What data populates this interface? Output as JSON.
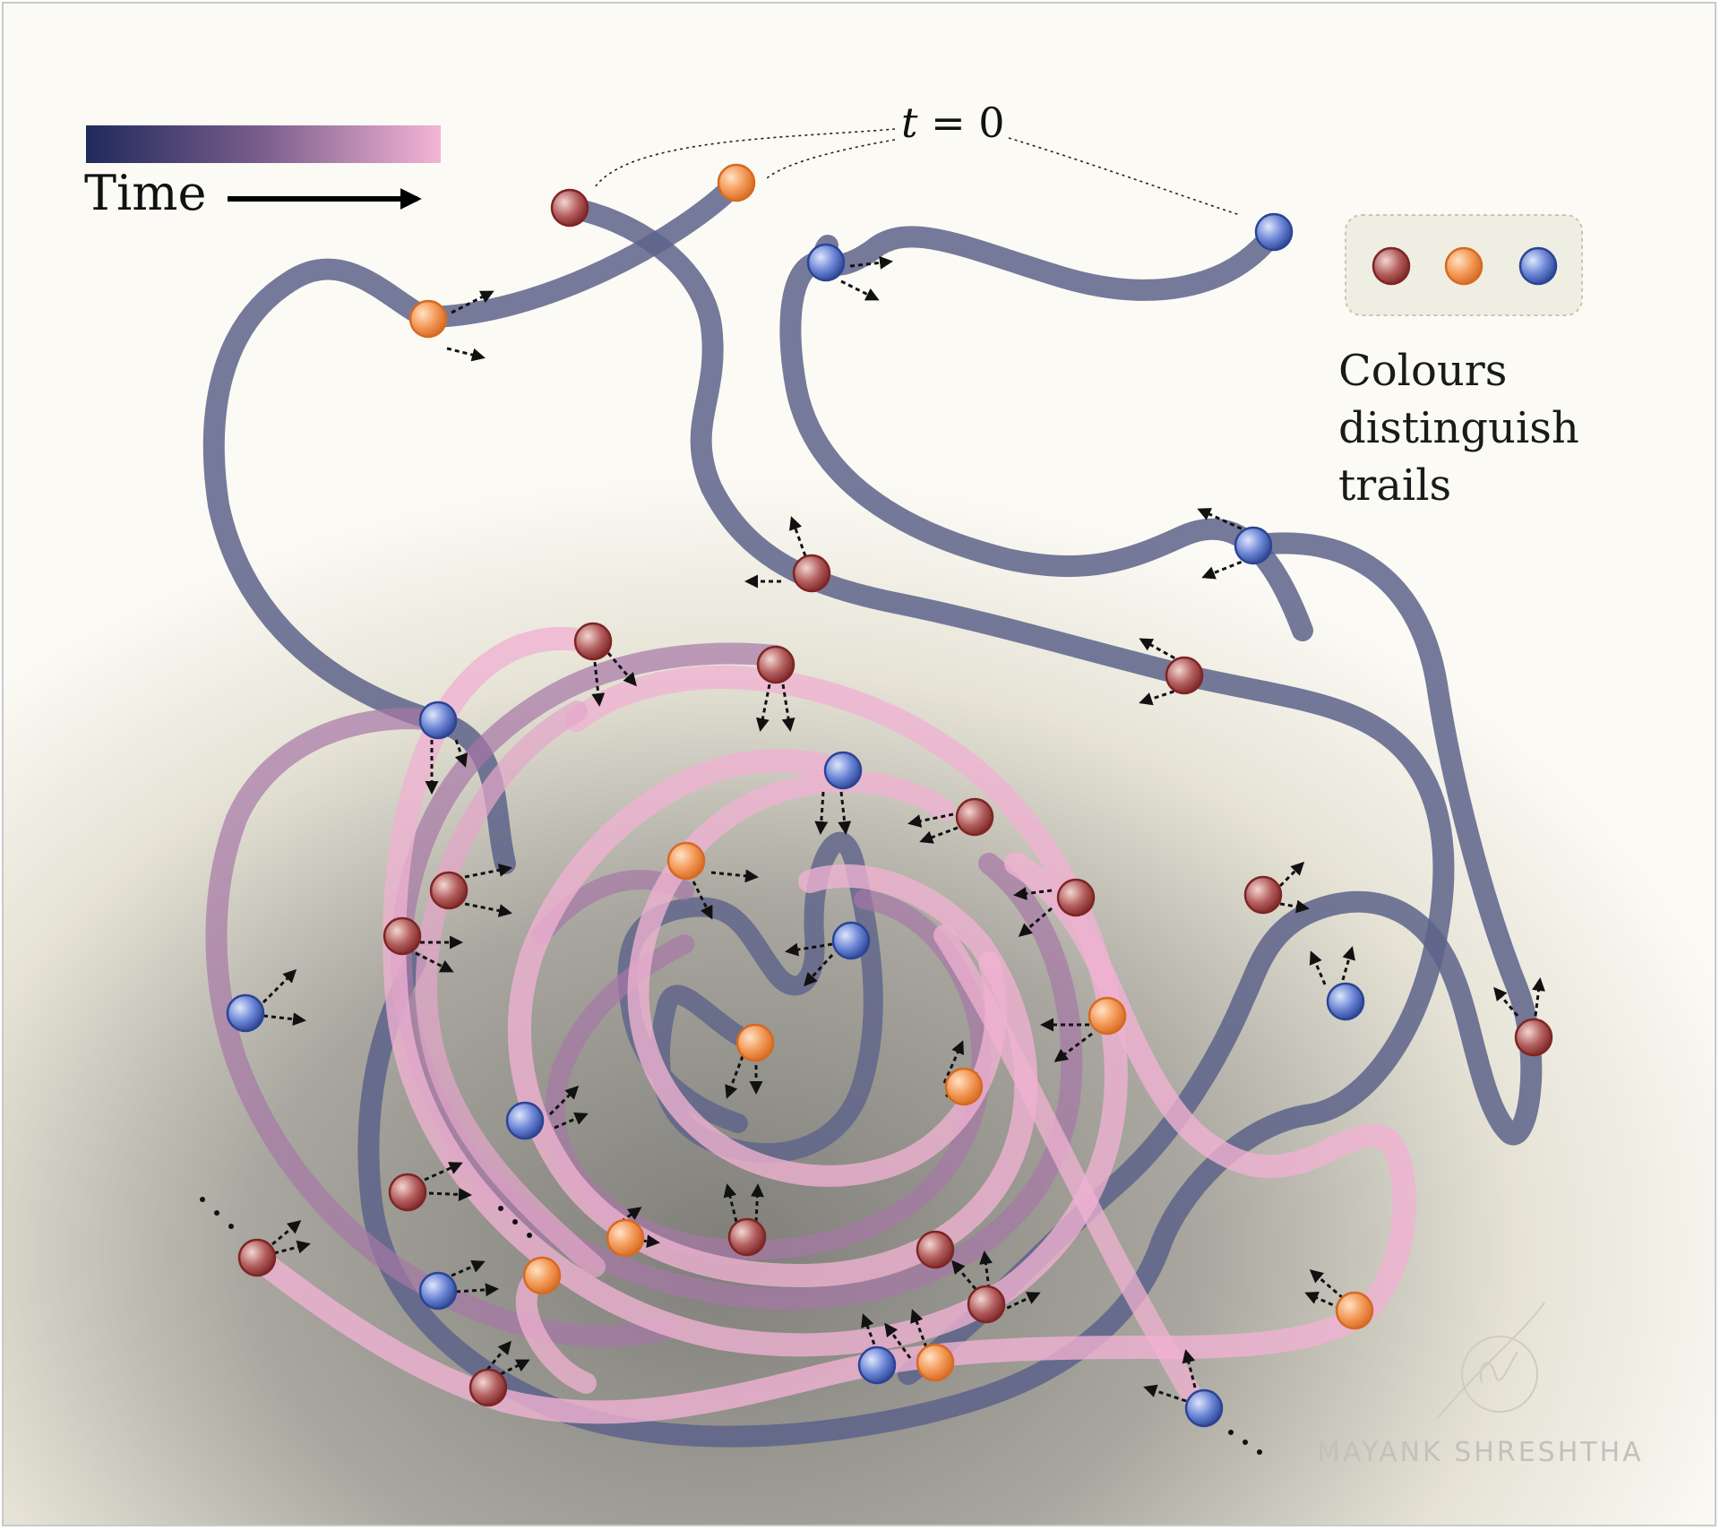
{
  "colorbar": {
    "label": "Time",
    "start_color": "#1f2a5c",
    "end_color": "#f5b4d6"
  },
  "t0": {
    "variable": "t",
    "equals": "=",
    "value": "0"
  },
  "legend": {
    "text_lines": [
      "Colours",
      "distinguish",
      "trails"
    ],
    "dots": [
      {
        "name": "red-trail-dot",
        "color": "#9a3a3a"
      },
      {
        "name": "orange-trail-dot",
        "color": "#ef8a45"
      },
      {
        "name": "blue-trail-dot",
        "color": "#3f5fb8"
      }
    ]
  },
  "signature": {
    "name": "MAYANK SHRESHTHA"
  },
  "colors": {
    "background": "#fbfaf4",
    "center_shade": "#8b8a84",
    "trail_old": "#5d6389",
    "trail_new": "#f0b2d2",
    "red": "#9a3a3a",
    "orange": "#ef8a45",
    "blue": "#3f5fb8"
  }
}
